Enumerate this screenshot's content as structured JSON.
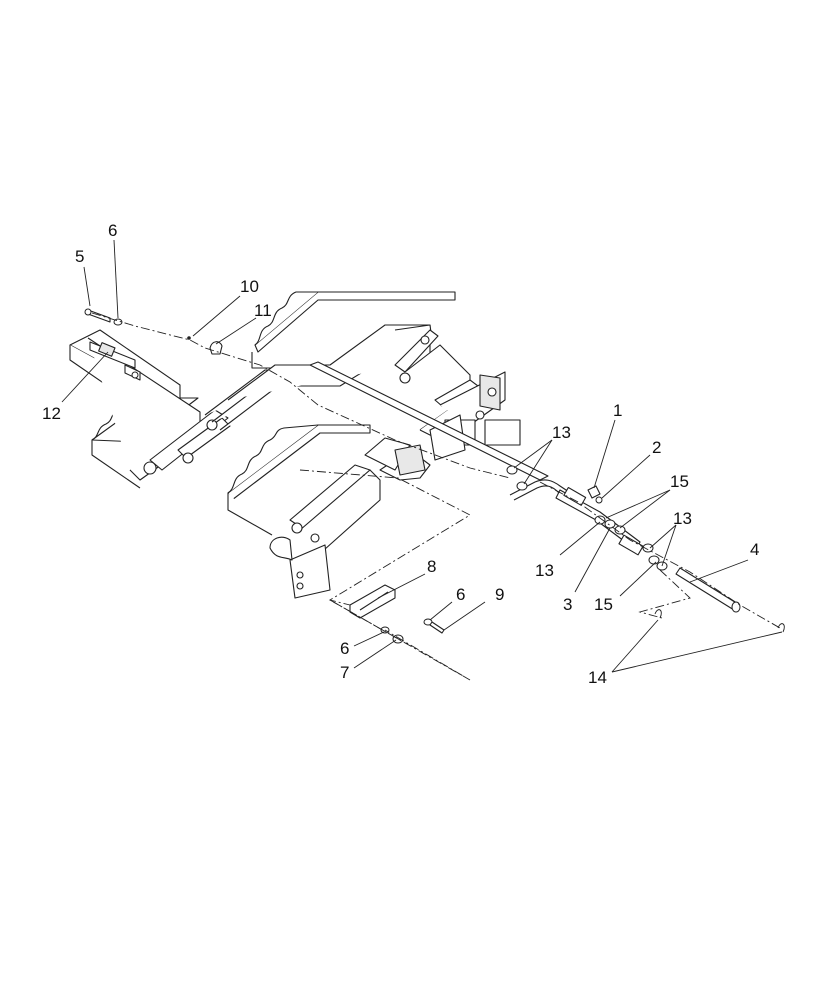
{
  "callouts": {
    "c1": "1",
    "c2": "2",
    "c3": "3",
    "c4": "4",
    "c5": "5",
    "c6a": "6",
    "c6b": "6",
    "c6c": "6",
    "c7": "7",
    "c8": "8",
    "c9": "9",
    "c10": "10",
    "c11": "11",
    "c12": "12",
    "c13a": "13",
    "c13b": "13",
    "c13c": "13",
    "c14": "14",
    "c15a": "15",
    "c15b": "15"
  }
}
